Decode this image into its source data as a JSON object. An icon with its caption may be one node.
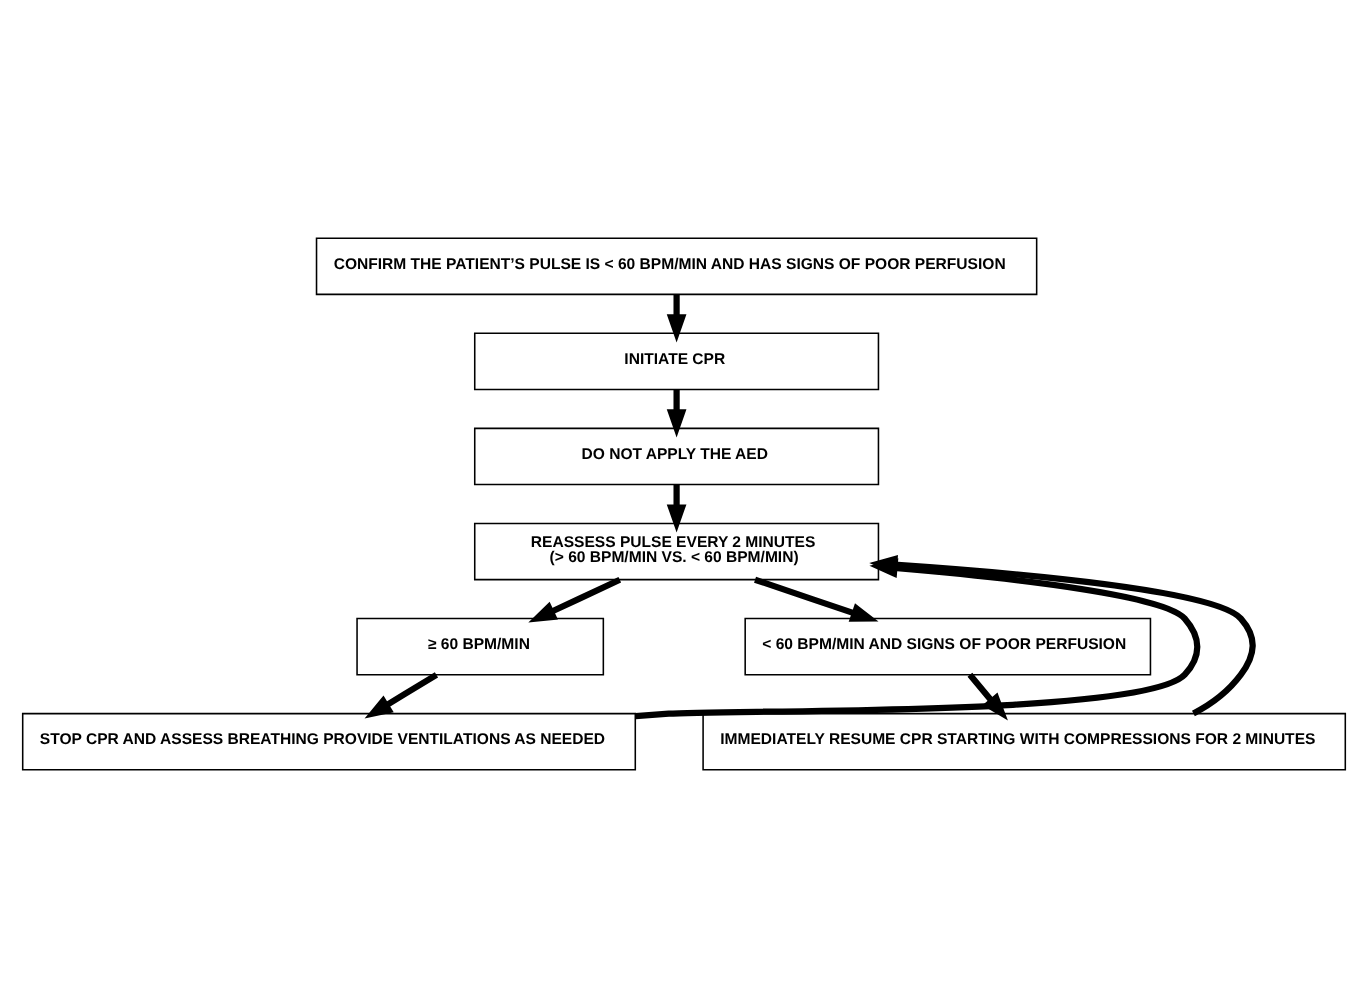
{
  "diagram": {
    "nodes": [
      {
        "text": [
          "CONFIRM THE PATIENT’S PULSE IS < 60 BPM/MIN AND HAS SIGNS OF POOR PERFUSION"
        ]
      },
      {
        "text": [
          "INITIATE CPR"
        ]
      },
      {
        "text": [
          "DO NOT APPLY THE AED"
        ]
      },
      {
        "text": [
          "REASSESS PULSE EVERY 2 MINUTES",
          "(> 60 BPM/MIN VS. < 60 BPM/MIN)"
        ]
      },
      {
        "text": [
          "≥ 60 BPM/MIN"
        ]
      },
      {
        "text": [
          "STOP CPR AND ASSESS BREATHING PROVIDE VENTILATIONS AS NEEDED"
        ]
      },
      {
        "text": [
          "< 60 BPM/MIN AND SIGNS OF POOR PERFUSION"
        ]
      },
      {
        "text": [
          "IMMEDIATELY RESUME CPR STARTING WITH COMPRESSIONS FOR 2 MINUTES"
        ]
      }
    ],
    "edges": [
      {
        "from": 0,
        "to": 1,
        "arrow": "to"
      },
      {
        "from": 1,
        "to": 2,
        "arrow": "to"
      },
      {
        "from": 2,
        "to": 3,
        "arrow": "to"
      },
      {
        "from": 3,
        "to": 4,
        "arrow": "to"
      },
      {
        "from": 3,
        "to": 6,
        "arrow": "to"
      },
      {
        "from": 4,
        "to": 5,
        "arrow": "to"
      },
      {
        "from": 6,
        "to": 7,
        "arrow": "to"
      },
      {
        "from": 5,
        "to": 3,
        "arrow": "to"
      },
      {
        "from": 7,
        "to": 3,
        "arrow": "to"
      }
    ]
  }
}
